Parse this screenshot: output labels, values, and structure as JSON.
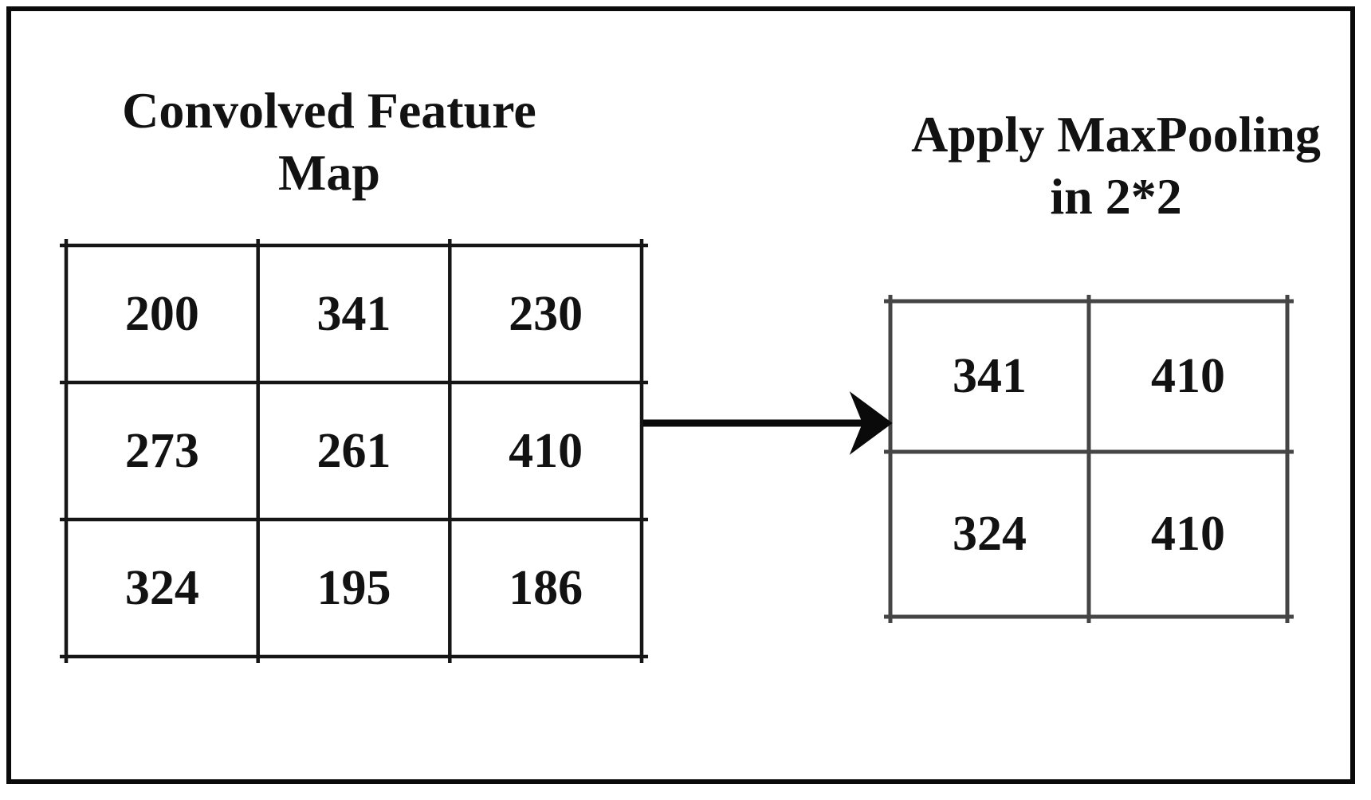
{
  "colors": {
    "background": "#ffffff",
    "frame_border": "#0a0a0a",
    "left_grid_line": "#161616",
    "right_grid_line": "#454545",
    "arrow": "#0a0a0a",
    "text": "#121212"
  },
  "left_grid": {
    "title_line1": "Convolved Feature",
    "title_line2": "Map",
    "cells": [
      "200",
      "341",
      "230",
      "273",
      "261",
      "410",
      "324",
      "195",
      "186"
    ]
  },
  "right_grid": {
    "title_line1": "Apply MaxPooling",
    "title_line2": "in 2*2",
    "cells": [
      "341",
      "410",
      "324",
      "410"
    ]
  }
}
